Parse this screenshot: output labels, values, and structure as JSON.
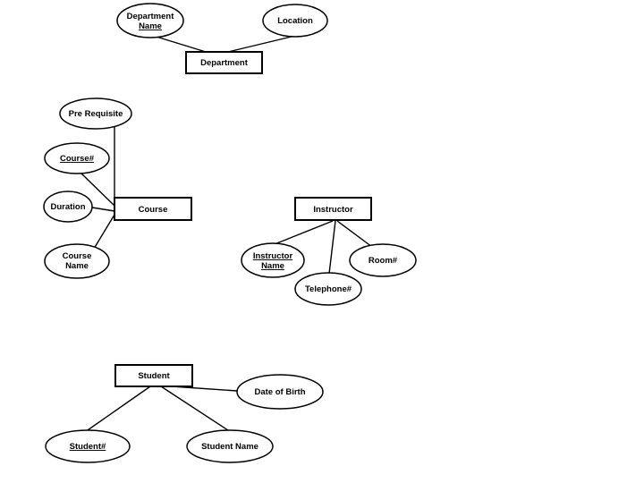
{
  "entities": {
    "department": "Department",
    "course": "Course",
    "instructor": "Instructor",
    "student": "Student"
  },
  "attributes": {
    "department_name": [
      "Department",
      "Name"
    ],
    "location": "Location",
    "pre_requisite": "Pre Requisite",
    "course_no": "Course#",
    "duration": "Duration",
    "course_name": [
      "Course",
      "Name"
    ],
    "instructor_name": [
      "Instructor",
      "Name"
    ],
    "room": "Room#",
    "telephone": "Telephone#",
    "date_of_birth": "Date of Birth",
    "student_no": "Student#",
    "student_name": "Student Name"
  }
}
